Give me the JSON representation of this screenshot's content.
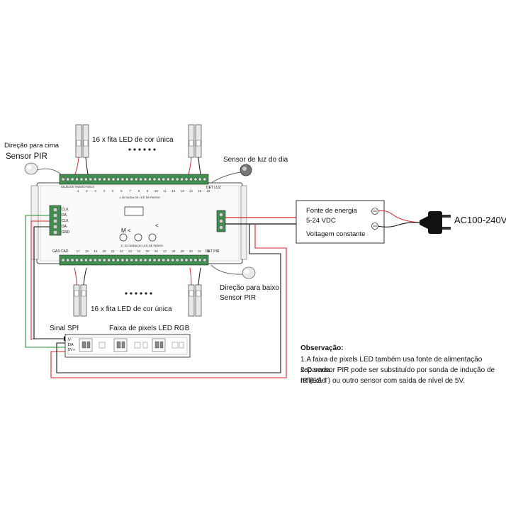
{
  "labels": {
    "pir_up_line1": "Direção para cima",
    "pir_up_line2": "Sensor PIR",
    "pir_down_line1": "Direção para baixo",
    "pir_down_line2": "Sensor PIR",
    "daylight_sensor": "Sensor de luz do dia",
    "led_strip_top": "16 x fita LED de cor única",
    "led_strip_bottom": "16 x fita LED de cor única",
    "psu_line1": "Fonte de energia",
    "psu_line2": "5-24 VDC",
    "psu_line3": "Voltagem constante",
    "ac_input": "AC100-240V",
    "spi_signal": "Sinal SPI",
    "pixel_strip": "Faixa de pixels LED RGB",
    "pixel_pins": [
      "V-",
      "DA",
      "5V+"
    ],
    "control_pins": [
      "CLK",
      "DA",
      "CLK",
      "DA",
      "GND"
    ]
  },
  "board": {
    "top_left_block": "SALÍDA DE TRENÓS PIXELS",
    "top_right_block": "DET LUZ",
    "top_caption": "1-16 SAÍDA DE LED DE PASSO",
    "bottom_caption": "17-32 SAÍDA DE LED DE PASSO",
    "bottom_left_block": "GAS CAD",
    "bottom_right_block": "DET PIR",
    "button_left": "M <",
    "button_right": "<",
    "top_channels": [
      "1",
      "2",
      "3",
      "4",
      "5",
      "6",
      "7",
      "8",
      "9",
      "10",
      "11",
      "12",
      "13",
      "14",
      "15",
      "16"
    ],
    "bottom_channels": [
      "17",
      "18",
      "19",
      "20",
      "21",
      "22",
      "23",
      "24",
      "25",
      "26",
      "27",
      "28",
      "29",
      "30",
      "31",
      "32"
    ]
  },
  "notes": {
    "title": "Observação:",
    "line1": "1.A faixa de pixels LED também usa fonte de alimentação separada.",
    "line2": "2.O sensor PIR pode ser substituído por sonda de indução de reflexão",
    "line3": "IR (ES-T) ou outro sensor com saída de nível de 5V."
  },
  "colors": {
    "wire_red": "#d7282f",
    "wire_green": "#2e8b3a",
    "wire_black": "#111111",
    "terminal_green": "#3f8f4f"
  }
}
